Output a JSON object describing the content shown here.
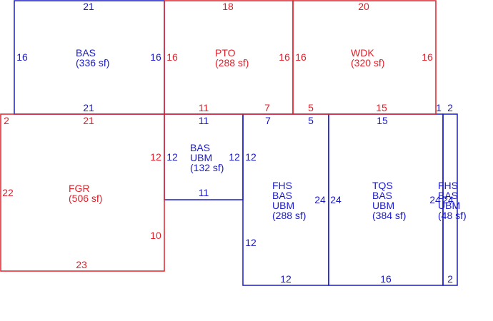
{
  "colors": {
    "blue": "#1a1ac8",
    "red": "#e0202a",
    "background": "#ffffff"
  },
  "areas": [
    {
      "id": "bas-top",
      "color": "blue",
      "lines": [
        "BAS",
        "(336 sf)"
      ],
      "dims": {
        "top": "21",
        "bottom": "21",
        "left": "16",
        "right": "16"
      }
    },
    {
      "id": "pto",
      "color": "red",
      "lines": [
        "PTO",
        "(288 sf)"
      ],
      "dims": {
        "top": "18",
        "left": "16",
        "right": "16",
        "bottom_a": "11",
        "bottom_b": "7"
      }
    },
    {
      "id": "wdk",
      "color": "red",
      "lines": [
        "WDK",
        "(320 sf)"
      ],
      "dims": {
        "top": "20",
        "left": "16",
        "right": "16",
        "bottom_a": "5",
        "bottom_b": "15",
        "bottom_c": "1"
      }
    },
    {
      "id": "fgr",
      "color": "red",
      "lines": [
        "FGR",
        "(506 sf)"
      ],
      "dims": {
        "top_a": "2",
        "top_b": "21",
        "left": "22",
        "right_a": "12",
        "right_b": "10",
        "bottom": "23"
      }
    },
    {
      "id": "bas-ubm",
      "color": "blue",
      "lines": [
        "BAS",
        "UBM",
        "(132 sf)"
      ],
      "dims": {
        "top": "11",
        "left": "12",
        "right": "12",
        "bottom": "11"
      }
    },
    {
      "id": "fhs-1",
      "color": "blue",
      "lines": [
        "FHS",
        "BAS",
        "UBM",
        "(288 sf)"
      ],
      "dims": {
        "top_a": "7",
        "top_b": "5",
        "left_a": "12",
        "left_b": "12",
        "right": "24",
        "bottom": "12"
      }
    },
    {
      "id": "tqs",
      "color": "blue",
      "lines": [
        "TQS",
        "BAS",
        "UBM",
        "(384 sf)"
      ],
      "dims": {
        "top": "15",
        "left": "24",
        "right": "24",
        "bottom": "16"
      }
    },
    {
      "id": "fhs-2",
      "color": "blue",
      "lines": [
        "FHS",
        "BAS",
        "UBM",
        "(48 sf)"
      ],
      "dims": {
        "top": "2",
        "left": "24",
        "bottom": "2"
      }
    }
  ]
}
